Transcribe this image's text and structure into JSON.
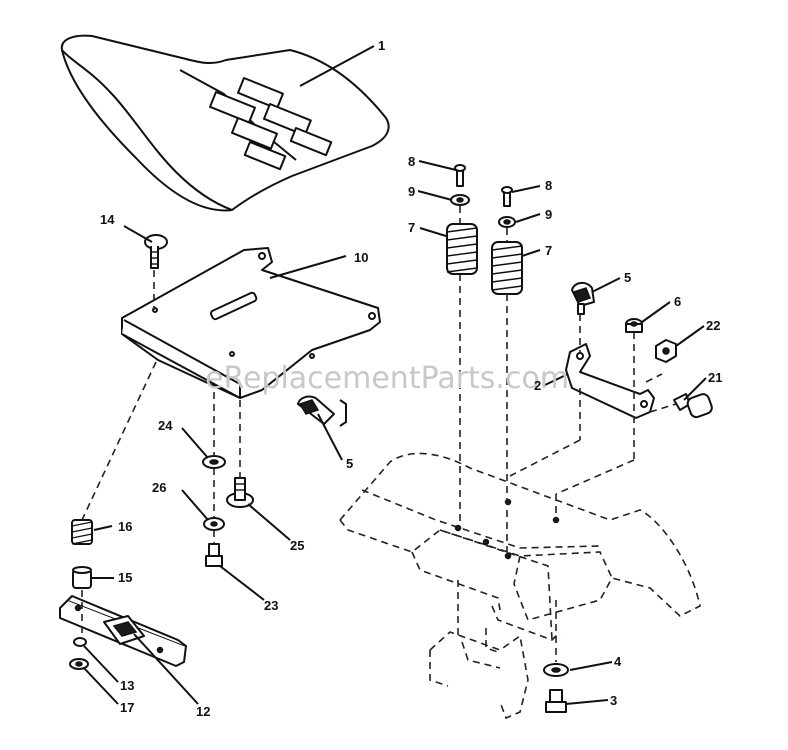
{
  "watermark": "eReplacementParts.com",
  "callouts": {
    "p1": "1",
    "p2": "2",
    "p3": "3",
    "p4": "4",
    "p5a": "5",
    "p5b": "5",
    "p6": "6",
    "p7a": "7",
    "p7b": "7",
    "p8a": "8",
    "p8b": "8",
    "p9a": "9",
    "p9b": "9",
    "p10": "10",
    "p12": "12",
    "p13": "13",
    "p14": "14",
    "p15": "15",
    "p16": "16",
    "p17": "17",
    "p21": "21",
    "p22": "22",
    "p23": "23",
    "p24": "24",
    "p25": "25",
    "p26": "26"
  }
}
